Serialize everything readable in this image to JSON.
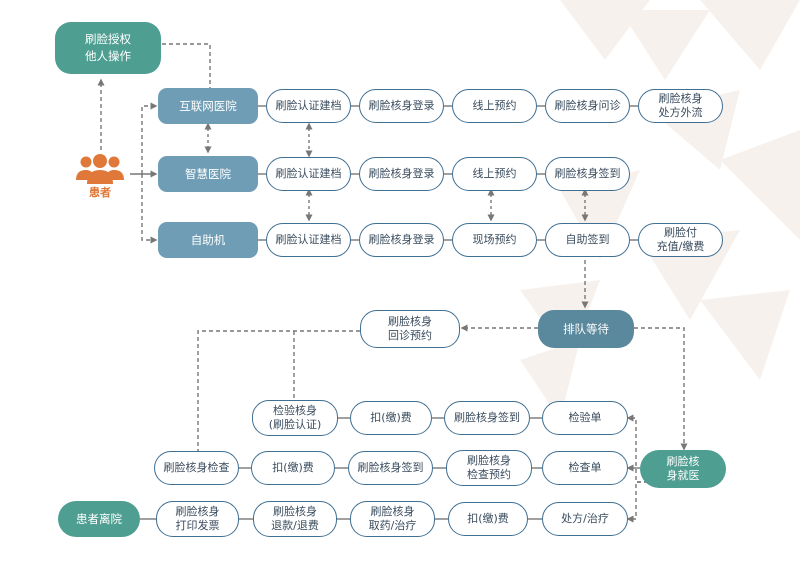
{
  "colors": {
    "accent": "#3f6f92",
    "system": "#6e9db5",
    "teal": "#4e9e92",
    "patient": "#e0783a",
    "connector": "#777777"
  },
  "auth": {
    "line1": "刷脸授权",
    "line2": "他人操作"
  },
  "patient": {
    "icon": "people-icon",
    "label": "患者"
  },
  "rows": {
    "internet": {
      "name": "互联网医院",
      "steps": [
        "刷脸认证建档",
        "刷脸核身登录",
        "线上预约",
        "刷脸核身问诊"
      ],
      "end": [
        "刷脸核身",
        "处方外流"
      ]
    },
    "smart": {
      "name": "智慧医院",
      "steps": [
        "刷脸认证建档",
        "刷脸核身登录",
        "线上预约",
        "刷脸核身签到"
      ]
    },
    "kiosk": {
      "name": "自助机",
      "steps": [
        "刷脸认证建档",
        "刷脸核身登录",
        "现场预约",
        "自助签到"
      ],
      "end": [
        "刷脸付",
        "充值/缴费"
      ]
    }
  },
  "queue": "排队等待",
  "revisit": {
    "line1": "刷脸核身",
    "line2": "回诊预约"
  },
  "visit": {
    "line1": "刷脸核",
    "line2": "身就医"
  },
  "exam_row": {
    "test": [
      "检验核身",
      "(刷脸认证)"
    ],
    "pay": "扣(缴)费",
    "checkin": "刷脸核身签到",
    "order": "检验单"
  },
  "check_row": {
    "start": "刷脸核身检查",
    "pay": "扣(缴)费",
    "checkin": "刷脸核身签到",
    "book": [
      "刷脸核身",
      "检查预约"
    ],
    "order": "检查单"
  },
  "rx_row": {
    "leave": "患者离院",
    "print": [
      "刷脸核身",
      "打印发票"
    ],
    "refund": [
      "刷脸核身",
      "退款/退费"
    ],
    "drug": [
      "刷脸核身",
      "取药/治疗"
    ],
    "pay": "扣(缴)费",
    "rx": "处方/治疗"
  }
}
